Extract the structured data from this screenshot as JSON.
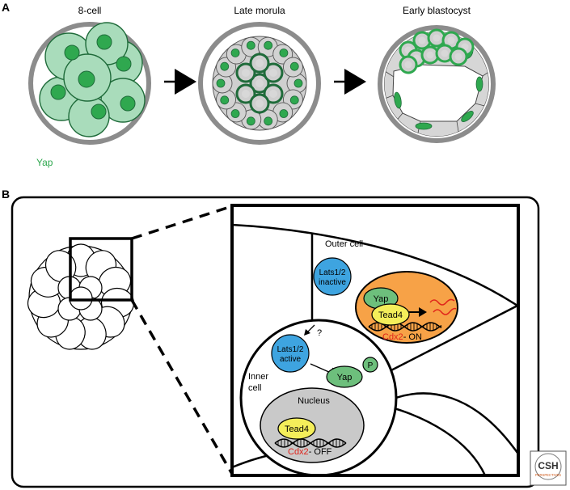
{
  "panel_a": {
    "letter": "A",
    "stages": [
      "8-cell",
      "Late morula",
      "Early blastocyst"
    ],
    "legend_label": "Yap",
    "colors": {
      "yap_green": "#2fa84f",
      "cell_light": "#a9dcbb",
      "shell_gray": "#8c8c8c",
      "cell_gray": "#cfcfcf"
    }
  },
  "panel_b": {
    "letter": "B",
    "outer_cell_label": "Outer cell",
    "inner_cell_label_1": "Inner",
    "inner_cell_label_2": "cell",
    "lats_inactive_1": "Lats1/2",
    "lats_inactive_2": "inactive",
    "lats_active_1": "Lats1/2",
    "lats_active_2": "active",
    "question_mark": "?",
    "yap_outer": "Yap",
    "yap_inner": "Yap",
    "phospho": "P",
    "tead4_outer": "Tead4",
    "tead4_inner": "Tead4",
    "cdx2_outer": "Cdx2",
    "cdx2_outer_state": "- ON",
    "cdx2_inner": "Cdx2",
    "cdx2_inner_state": "- OFF",
    "nucleus_label": "Nucleus",
    "colors": {
      "lats_blue": "#3ea4e0",
      "yap_green": "#6dbf7c",
      "tead_yellow": "#f4ee5a",
      "nucleus_orange": "#f7a247",
      "nucleus_gray": "#c9c9c9",
      "cdx2_red": "#e0241b",
      "mrna_red": "#e0241b"
    }
  },
  "logo": {
    "line1": "CSH",
    "line2": "PERSPECTIVES"
  }
}
